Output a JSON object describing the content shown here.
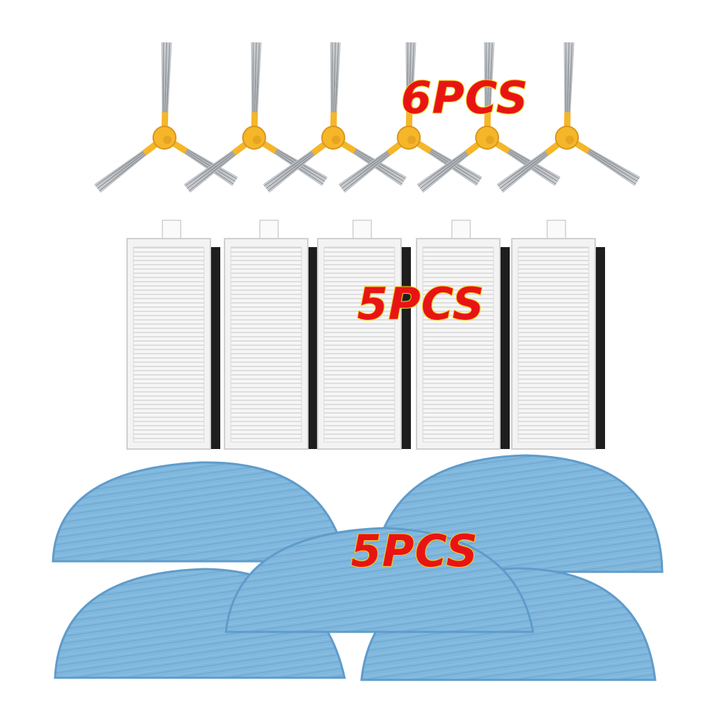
{
  "labels": {
    "brushes_qty": "6PCS",
    "filters_qty": "5PCS",
    "mops_qty": "5PCS"
  },
  "colors": {
    "brush_hub": "#f5b62a",
    "brush_bristle": "#8c9196",
    "filter_frame": "#f3f3f3",
    "filter_pleat": "#d6d6d6",
    "filter_foam": "#1e1e1e",
    "mop_fill": "#7fb6dc",
    "mop_edge": "#5f9ccb",
    "label_fill": "#e81414",
    "label_outline": "#f2d21a"
  },
  "icons": [
    "side-brush-icon",
    "hepa-filter-icon",
    "mop-pad-icon"
  ]
}
